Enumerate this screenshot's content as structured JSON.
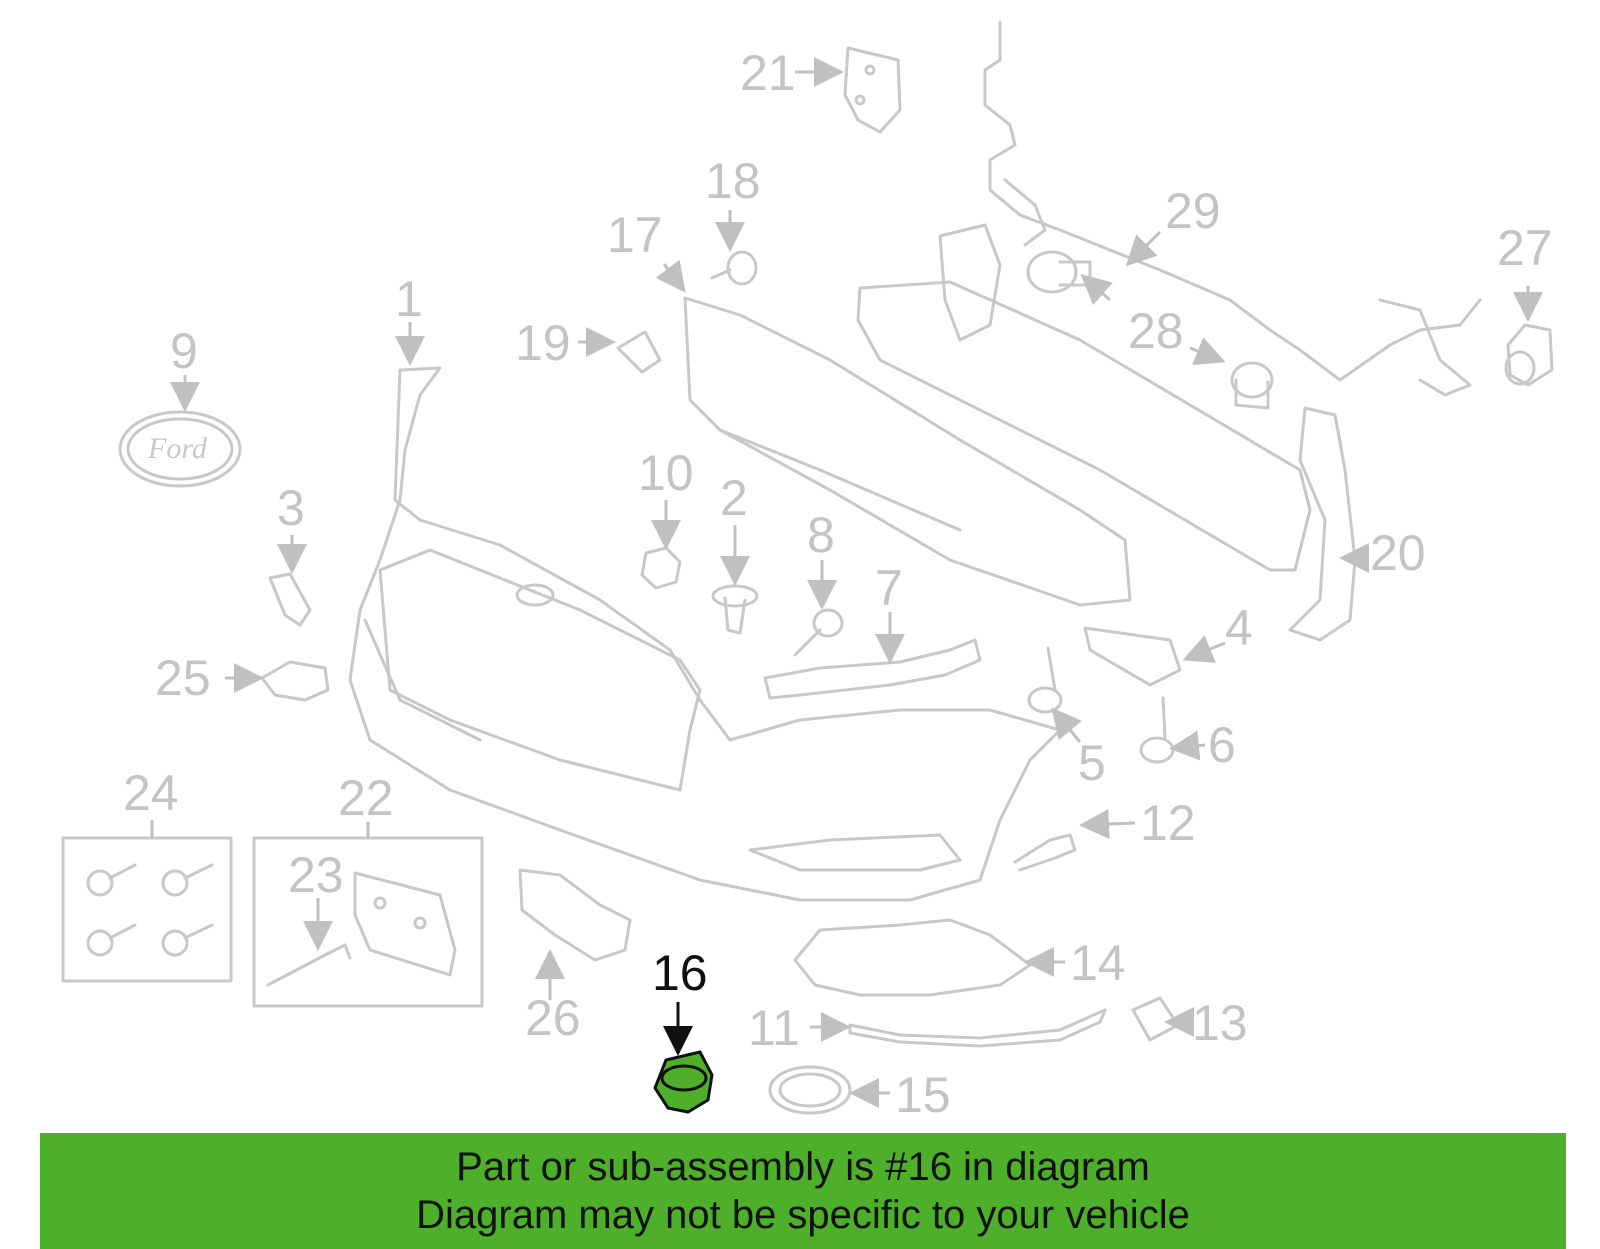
{
  "diagram": {
    "highlighted_part": "16",
    "highlight_color": "#4daf2a",
    "callouts": [
      "1",
      "2",
      "3",
      "4",
      "5",
      "6",
      "7",
      "8",
      "9",
      "10",
      "11",
      "12",
      "13",
      "14",
      "15",
      "16",
      "17",
      "18",
      "19",
      "20",
      "21",
      "22",
      "23",
      "24",
      "25",
      "26",
      "27",
      "28",
      "29"
    ],
    "logo_text": "Ford"
  },
  "banner": {
    "line1": "Part or sub-assembly is #16 in diagram",
    "line2": "Diagram may not be specific to your vehicle",
    "color": "#4daf2a"
  }
}
